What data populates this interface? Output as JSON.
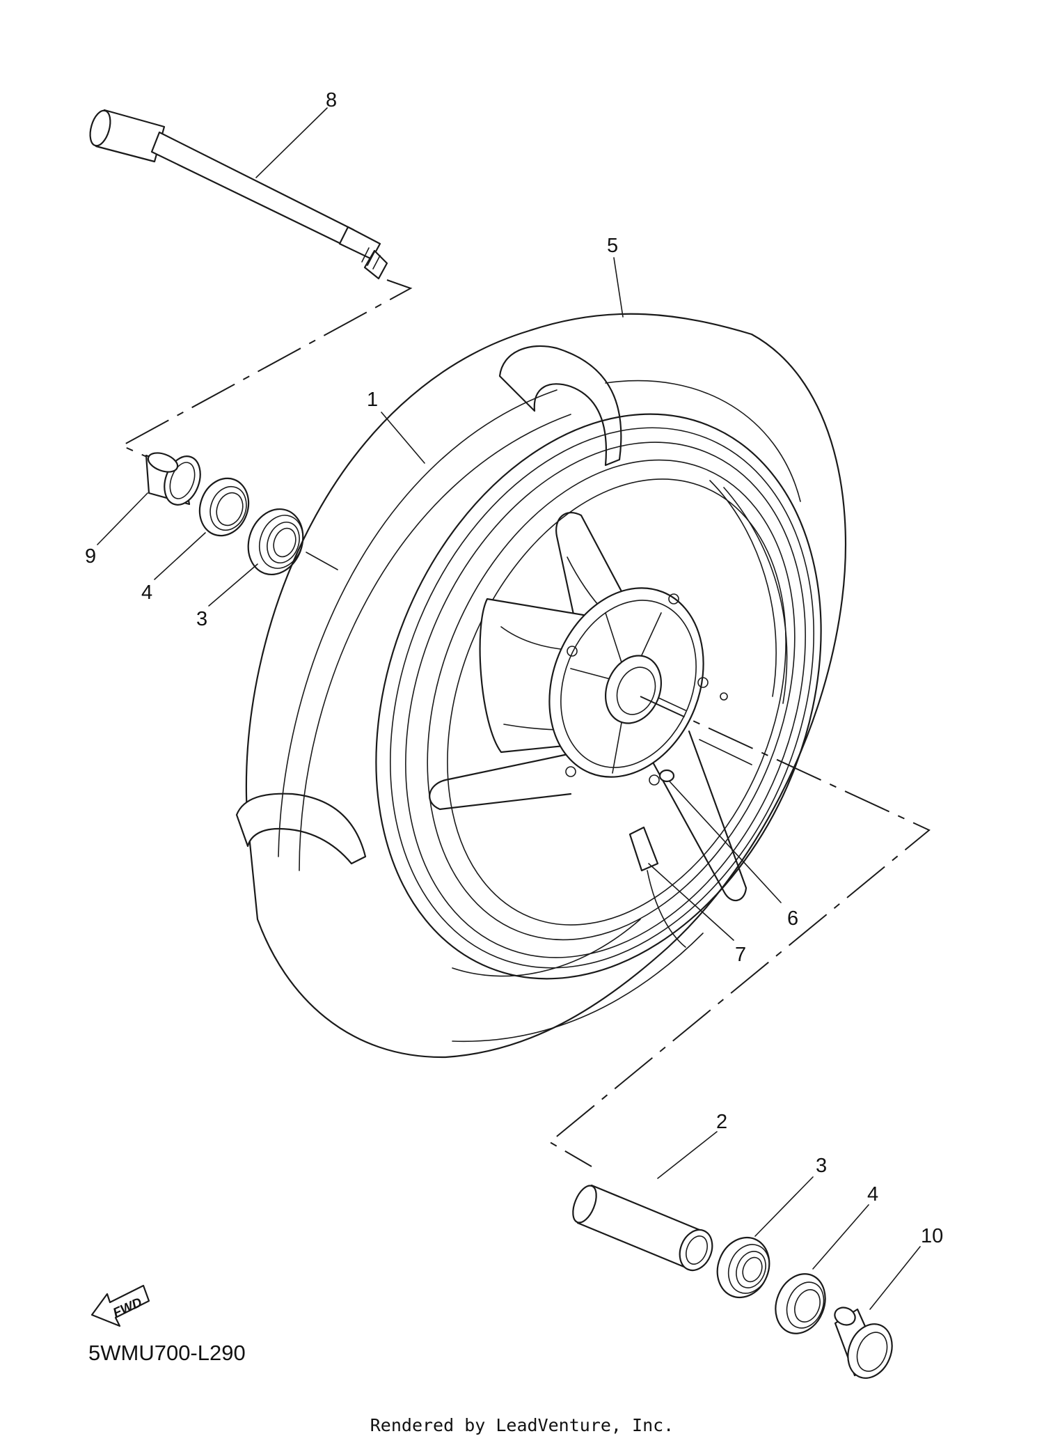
{
  "diagram": {
    "callouts": [
      {
        "id": "c8",
        "number": "8"
      },
      {
        "id": "c5",
        "number": "5"
      },
      {
        "id": "c1",
        "number": "1"
      },
      {
        "id": "c9",
        "number": "9"
      },
      {
        "id": "c4a",
        "number": "4"
      },
      {
        "id": "c3a",
        "number": "3"
      },
      {
        "id": "c6",
        "number": "6"
      },
      {
        "id": "c7",
        "number": "7"
      },
      {
        "id": "c2",
        "number": "2"
      },
      {
        "id": "c3b",
        "number": "3"
      },
      {
        "id": "c4b",
        "number": "4"
      },
      {
        "id": "c10",
        "number": "10"
      }
    ],
    "fwd_label": "FWD",
    "diagram_code": "5WMU700-L290",
    "credit": "Rendered by LeadVenture, Inc."
  }
}
